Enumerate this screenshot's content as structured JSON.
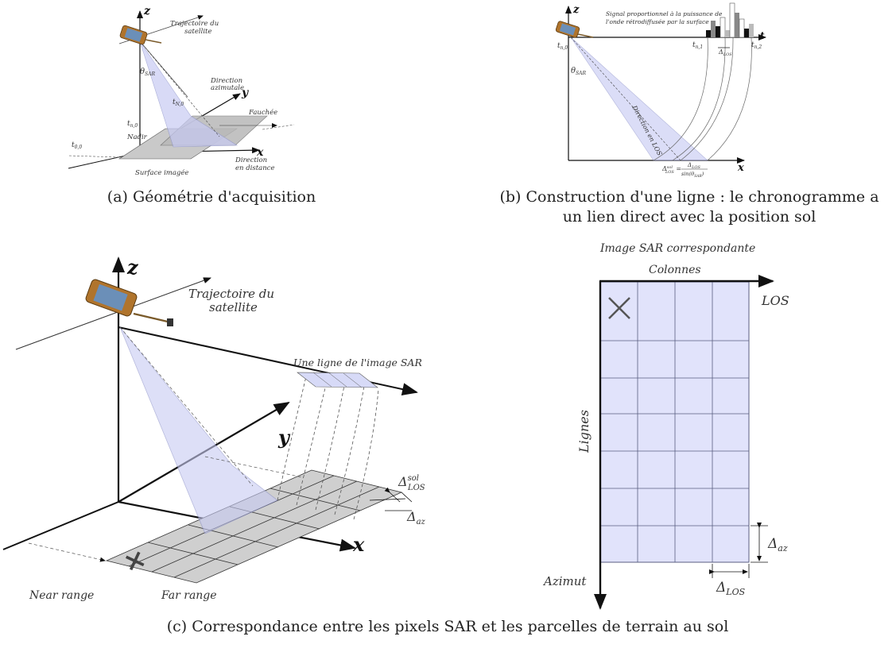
{
  "fig_a": {
    "caption": "(a) Géométrie d'acquisition",
    "axis_z": "z",
    "axis_y": "y",
    "axis_x": "x",
    "trajectory_line1": "Trajectoire du",
    "trajectory_line2": "satellite",
    "theta": "θ",
    "theta_sub": "SAR",
    "t_n0": "t",
    "t_n0_sub": "n,0",
    "t_N0": "t",
    "t_N0_sub": "N,0",
    "t_00": "t",
    "t_00_sub": "0,0",
    "dir_az_line1": "Direction",
    "dir_az_line2": "azimutale",
    "swath": "Fauchée",
    "nadir": "Nadir",
    "dir_range_line1": "Direction",
    "dir_range_line2": "en distance",
    "imaged_surface": "Surface imagée"
  },
  "fig_b": {
    "caption_line1": "(b) Construction d'une ligne : le chronogramme a",
    "caption_line2": "un lien direct avec la position sol",
    "axis_z": "z",
    "axis_t": "t",
    "axis_x": "x",
    "signal_line1": "Signal proportionnel à la puissance de",
    "signal_line2": "l'onde rétrodiffusée par  la surface",
    "t_n0": "t",
    "t_n0_sub": "n,0",
    "t_n1": "t",
    "t_n1_sub": "n,1",
    "t_n2": "t",
    "t_n2_sub": "n,2",
    "delta_los": "Δ",
    "delta_los_sub": "LOS",
    "theta": "θ",
    "theta_sub": "SAR",
    "direction_los": "Direction en LOS",
    "formula_left": "Δ",
    "formula_left_sup": "sol",
    "formula_left_sub": "LOS",
    "formula_num": "Δ",
    "formula_num_sub": "LOS",
    "formula_den": "sin(θ",
    "formula_den_sub": "SAR",
    "formula_den_close": ")"
  },
  "fig_c": {
    "caption": "(c) Correspondance entre les pixels SAR et les parcelles de terrain au sol",
    "axis_z": "z",
    "axis_y": "y",
    "axis_x": "x",
    "trajectory_line1": "Trajectoire du",
    "trajectory_line2": "satellite",
    "sar_line_label": "Une ligne de l'image SAR",
    "delta_los": "Δ",
    "delta_los_sup": "sol",
    "delta_los_sub": "LOS",
    "delta_az": "Δ",
    "delta_az_sub": "az",
    "near_range": "Near range",
    "far_range": "Far range"
  },
  "sar_image": {
    "title": "Image SAR correspondante",
    "columns": "Colonnes",
    "los": "LOS",
    "lines": "Lignes",
    "azimuth": "Azimut",
    "delta_az": "Δ",
    "delta_az_sub": "az",
    "delta_los": "Δ",
    "delta_los_sub": "LOS",
    "fill_color": "#e1e3fb",
    "grid_color": "#5a5e80"
  }
}
